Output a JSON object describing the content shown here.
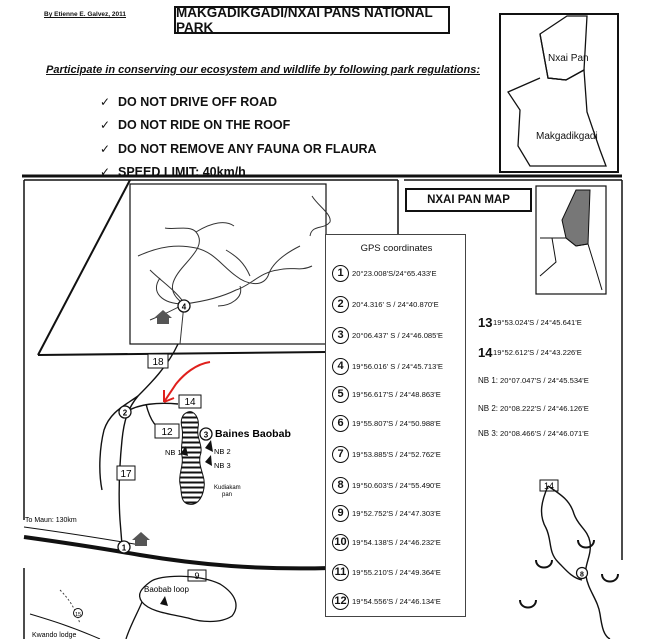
{
  "header": {
    "credit": "By Etienne E. Galvez, 2011",
    "title": "MAKGADIKGADI/NXAI PANS NATIONAL PARK"
  },
  "intro": "Participate in conserving our ecosystem and wildlife by following park regulations:",
  "rules": [
    "DO NOT DRIVE OFF ROAD",
    "DO NOT RIDE ON THE ROOF",
    "DO NOT REMOVE ANY FAUNA OR FLAURA",
    "SPEED LIMIT: 40km/h"
  ],
  "inset": {
    "nxai_label": "Nxai Pan",
    "makgadikgadi_label": "Makgadikgadi"
  },
  "nxai_map_title": "NXAI PAN MAP",
  "gps": {
    "title": "GPS coordinates",
    "points": [
      {
        "num": "1",
        "coord": "20°23.008'S/24°65.433'E"
      },
      {
        "num": "2",
        "coord": "20°4.316' S / 24°40.870'E"
      },
      {
        "num": "3",
        "coord": "20°06.437' S / 24°46.085'E"
      },
      {
        "num": "4",
        "coord": "19°56.016' S / 24°45.713'E"
      },
      {
        "num": "5",
        "coord": "19°56.617'S / 24°48.863'E"
      },
      {
        "num": "6",
        "coord": "19°55.807'S / 24°50.988'E"
      },
      {
        "num": "7",
        "coord": "19°53.885'S / 24°52.762'E"
      },
      {
        "num": "8",
        "coord": "19°50.603'S / 24°55.490'E"
      },
      {
        "num": "9",
        "coord": "19°52.752'S / 24°47.303'E"
      },
      {
        "num": "10",
        "coord": "19°54.138'S / 24°46.232'E"
      },
      {
        "num": "11",
        "coord": "19°55.210'S / 24°49.364'E"
      },
      {
        "num": "12",
        "coord": "19°54.556'S / 24°46.134'E"
      }
    ],
    "extra": [
      {
        "num": "13",
        "coord": "19°53.024'S / 24°45.641'E"
      },
      {
        "num": "14",
        "coord": "19°52.612'S / 24°43.226'E"
      }
    ],
    "nb": [
      {
        "label": "NB 1:",
        "coord": "20°07.047'S / 24°45.534'E"
      },
      {
        "label": "NB 2:",
        "coord": "20°08.222'S / 24°46.126'E"
      },
      {
        "label": "NB 3:",
        "coord": "20°08.466'S / 24°46.071'E"
      }
    ]
  },
  "map_labels": {
    "baines": "Baines Baobab",
    "kudiakam": "Kudiakam",
    "pan": "pan",
    "to_maun": "To Maun: 130km",
    "baobab_loop": "Baobab loop",
    "kwando": "Kwando lodge",
    "nb1": "NB 1",
    "nb2": "NB 2",
    "nb3": "NB 3"
  },
  "road_numbers": {
    "r18": "18",
    "r14": "14",
    "r12": "12",
    "r17": "17",
    "r9": "9",
    "r14b": "14"
  },
  "waypoints": {
    "w1": "1",
    "w2": "2",
    "w3": "3",
    "w4": "4",
    "w8": "8",
    "w15": "15"
  }
}
